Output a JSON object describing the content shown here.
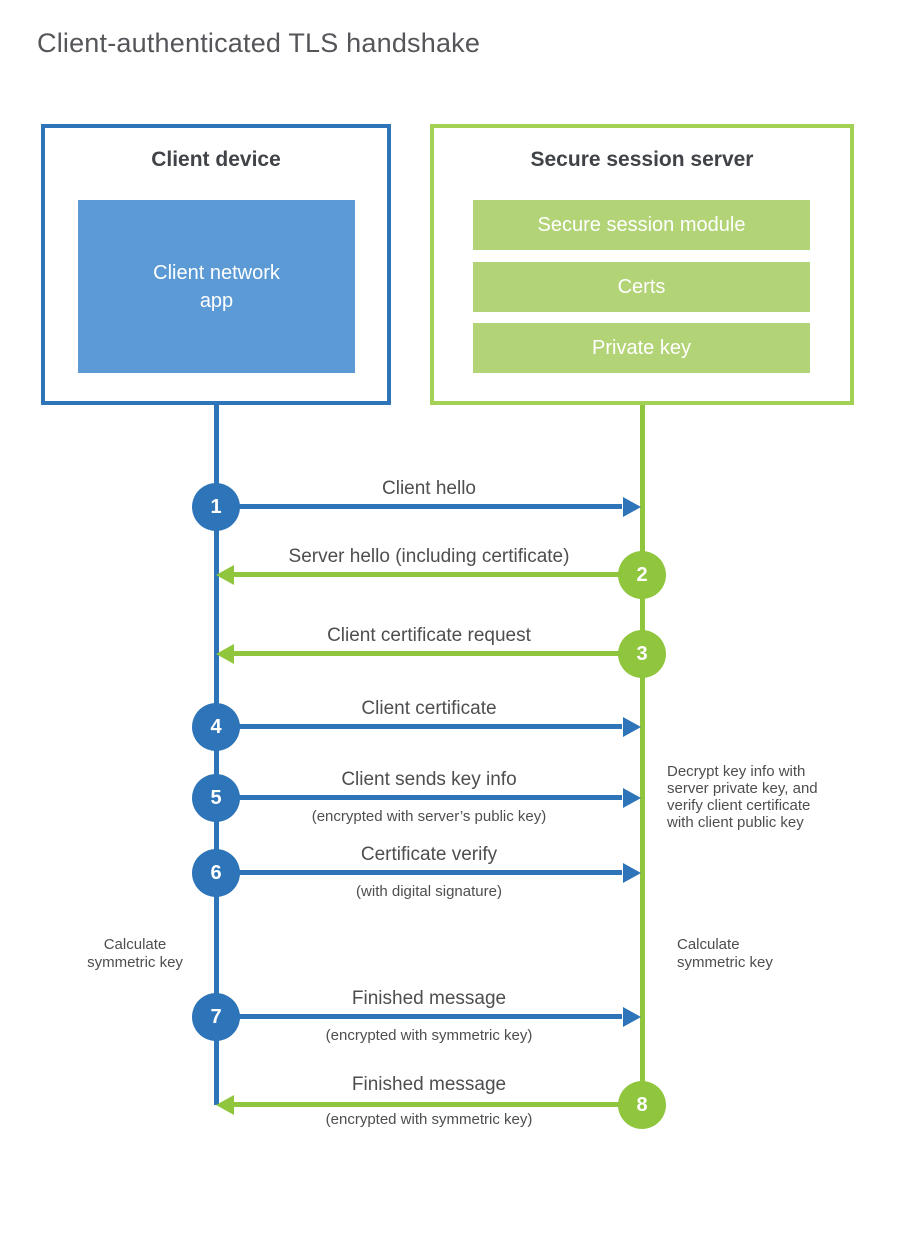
{
  "title": "Client-authenticated TLS handshake",
  "colors": {
    "blue": "#2d74b8",
    "light_blue": "#5b9ad4",
    "green": "#90c63e",
    "green_border": "#a2d155",
    "light_green": "#b3d377",
    "heading_text": "#404347",
    "label_text": "#4d4e50",
    "title_text": "#55565a"
  },
  "client_box": {
    "title": "Client device",
    "app_label": "Client network\napp"
  },
  "server_box": {
    "title": "Secure session server",
    "modules": [
      "Secure session module",
      "Certs",
      "Private key"
    ]
  },
  "steps": [
    {
      "num": "1",
      "label": "Client hello",
      "sublabel": "",
      "direction": "client-to-server"
    },
    {
      "num": "2",
      "label": "Server hello (including certificate)",
      "sublabel": "",
      "direction": "server-to-client"
    },
    {
      "num": "3",
      "label": "Client certificate request",
      "sublabel": "",
      "direction": "server-to-client"
    },
    {
      "num": "4",
      "label": "Client certificate",
      "sublabel": "",
      "direction": "client-to-server"
    },
    {
      "num": "5",
      "label": "Client sends key info",
      "sublabel": "(encrypted with server’s public key)",
      "direction": "client-to-server"
    },
    {
      "num": "6",
      "label": "Certificate verify",
      "sublabel": "(with digital signature)",
      "direction": "client-to-server"
    },
    {
      "num": "7",
      "label": "Finished message",
      "sublabel": "(encrypted with symmetric key)",
      "direction": "client-to-server"
    },
    {
      "num": "8",
      "label": "Finished message",
      "sublabel": "(encrypted with symmetric key)",
      "direction": "server-to-client"
    }
  ],
  "notes": {
    "decrypt": "Decrypt key info with\nserver private key, and\nverify client certificate\nwith client public key",
    "calc_left": "Calculate\nsymmetric key",
    "calc_right": "Calculate\nsymmetric key"
  }
}
